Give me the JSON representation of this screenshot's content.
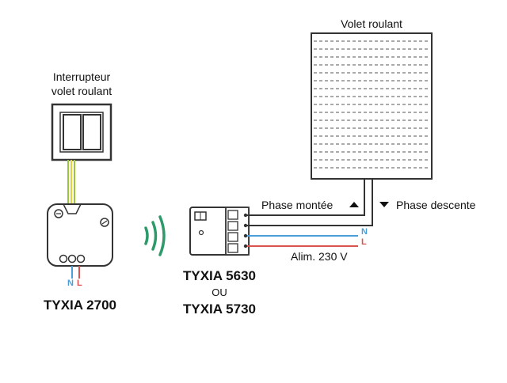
{
  "switch": {
    "label_line1": "Interrupteur",
    "label_line2": "volet roulant"
  },
  "tyxia2700": {
    "name": "TYXIA 2700",
    "terminal_n": "N",
    "terminal_l": "L"
  },
  "tyxia5630": {
    "name_line1": "TYXIA 5630",
    "or": "OU",
    "name_line2": "TYXIA 5730",
    "terminal_n": "N",
    "terminal_l": "L",
    "supply": "Alim. 230 V"
  },
  "shutter": {
    "title": "Volet roulant",
    "phase_up": "Phase montée",
    "phase_down": "Phase descente"
  },
  "colors": {
    "wire_neutral": "#4a9fd8",
    "wire_live": "#d9534f",
    "wire_green_yellow": "#9bc53d",
    "wire_yellow": "#e6d33a",
    "radio_waves": "#2e9a6a",
    "device_stroke": "#333333"
  }
}
